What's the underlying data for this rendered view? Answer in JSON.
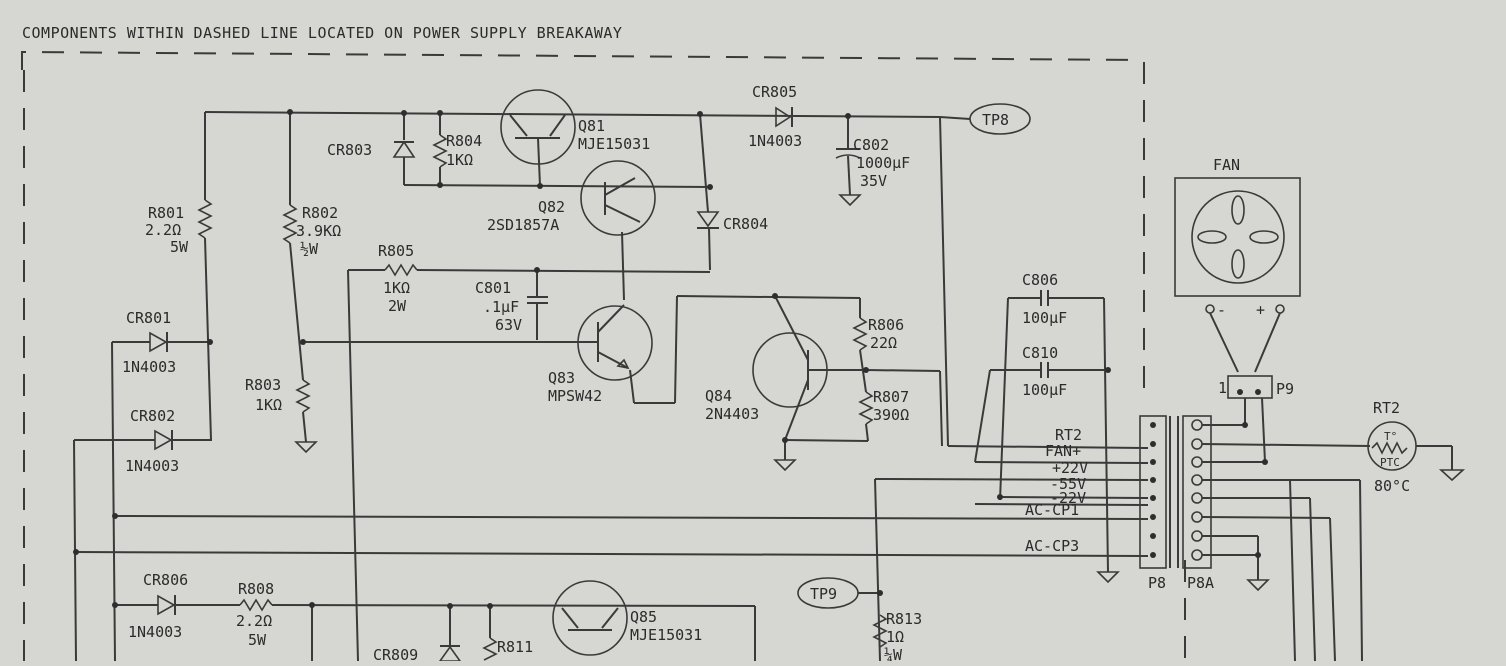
{
  "header": {
    "note": "COMPONENTS WITHIN DASHED LINE LOCATED ON POWER SUPPLY BREAKAWAY"
  },
  "components": {
    "cr803": {
      "ref": "CR803"
    },
    "r804": {
      "ref": "R804",
      "value": "1KΩ"
    },
    "q81": {
      "ref": "Q81",
      "part": "MJE15031"
    },
    "cr805": {
      "ref": "CR805",
      "part": "1N4003"
    },
    "c802": {
      "ref": "C802",
      "value": "1000µF",
      "rating": "35V"
    },
    "r801": {
      "ref": "R801",
      "value": "2.2Ω",
      "rating": "5W"
    },
    "r802": {
      "ref": "R802",
      "value": "3.9KΩ",
      "rating": "½W"
    },
    "q82": {
      "ref": "Q82",
      "part": "2SD1857A"
    },
    "cr804": {
      "ref": "CR804"
    },
    "r805": {
      "ref": "R805",
      "value": "1KΩ",
      "rating": "2W"
    },
    "c801": {
      "ref": "C801",
      "value": ".1µF",
      "rating": "63V"
    },
    "cr801": {
      "ref": "CR801",
      "part": "1N4003"
    },
    "cr802": {
      "ref": "CR802",
      "part": "1N4003"
    },
    "r803": {
      "ref": "R803",
      "value": "1KΩ"
    },
    "q83": {
      "ref": "Q83",
      "part": "MPSW42"
    },
    "q84": {
      "ref": "Q84",
      "part": "2N4403"
    },
    "r806": {
      "ref": "R806",
      "value": "22Ω"
    },
    "r807": {
      "ref": "R807",
      "value": "390Ω"
    },
    "c806": {
      "ref": "C806",
      "value": "100µF"
    },
    "c810": {
      "ref": "C810",
      "value": "100µF"
    },
    "cr806": {
      "ref": "CR806",
      "part": "1N4003"
    },
    "r808": {
      "ref": "R808",
      "value": "2.2Ω",
      "rating": "5W"
    },
    "q85": {
      "ref": "Q85",
      "part": "MJE15031"
    },
    "cr809": {
      "ref": "CR809"
    },
    "r811": {
      "ref": "R811"
    },
    "r813": {
      "ref": "R813",
      "value": "1Ω",
      "rating": "¼W"
    }
  },
  "test_points": {
    "tp8": "TP8",
    "tp9": "TP9"
  },
  "fan": {
    "title": "FAN",
    "minus": "-",
    "plus": "+",
    "pin1": "1",
    "connector": "P9"
  },
  "thermistor": {
    "ref": "RT2",
    "symbol_top": "T°",
    "symbol_bottom": "PTC",
    "temp": "80°C"
  },
  "connectors": {
    "p8": "P8",
    "p8a": "P8A",
    "signals": [
      "RT2",
      "FAN+",
      "+22V",
      "-55V",
      "-22V",
      "AC-CP1",
      "AC-CP3"
    ]
  }
}
